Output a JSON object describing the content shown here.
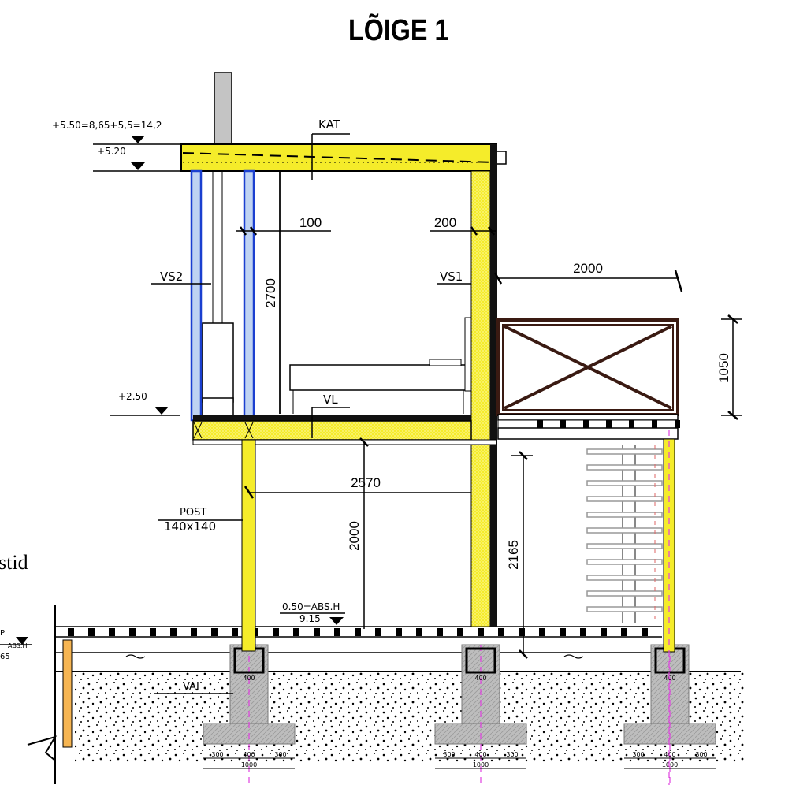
{
  "title": "LÕIGE 1",
  "levels": {
    "roof_top": "+5.50=8,65+5,5=14,2",
    "roof_bottom": "+5.20",
    "floor": "+2.50",
    "ground": "0.50=ABS.H",
    "ground_abs": "9.15",
    "left_p": "P",
    "left_abs": "ABS.H",
    "left_val": "65"
  },
  "labels": {
    "roof": "KAT",
    "wall_left": "VS2",
    "wall_right": "VS1",
    "floor": "VL",
    "post": "POST",
    "post_size": "140x140",
    "foundation": "VAI",
    "side_text": "stid"
  },
  "dimensions": {
    "wall_thickness_left": "100",
    "wall_thickness_right": "200",
    "room_height": "2700",
    "balcony_depth": "2000",
    "railing_height": "1050",
    "span": "2570",
    "post_height": "2000",
    "clearance": "2165",
    "footing_300": "300",
    "footing_400": "400",
    "footing_1000": "1000"
  },
  "colors": {
    "timber": "#f5ec2a",
    "insulation": "#bfd3f2",
    "concrete": "#b8b8b8",
    "railing": "#3a1a12",
    "chimney": "#c4c4c4",
    "dashed_axis": "#e040e0"
  }
}
